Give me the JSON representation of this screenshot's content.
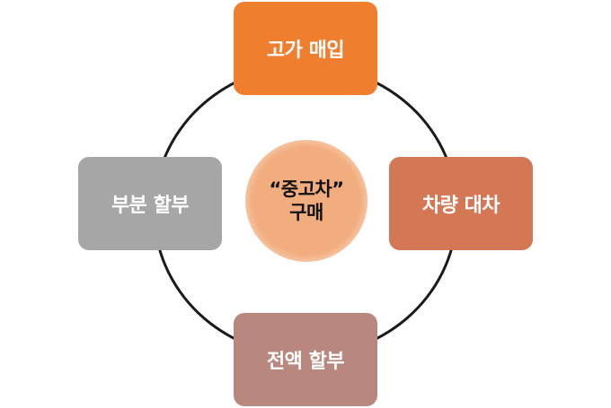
{
  "center": {
    "line1": "“중고차”",
    "line2": "구매"
  },
  "nodes": {
    "top": "고가 매입",
    "right": "차량 대차",
    "bottom": "전액 할부",
    "left": "부분 할부"
  },
  "colors": {
    "top": "#ef7f2e",
    "right": "#d47755",
    "bottom": "#b8887e",
    "left": "#a6a6a6",
    "center": "#f2ad7e",
    "ring": "#1a1a1a"
  }
}
